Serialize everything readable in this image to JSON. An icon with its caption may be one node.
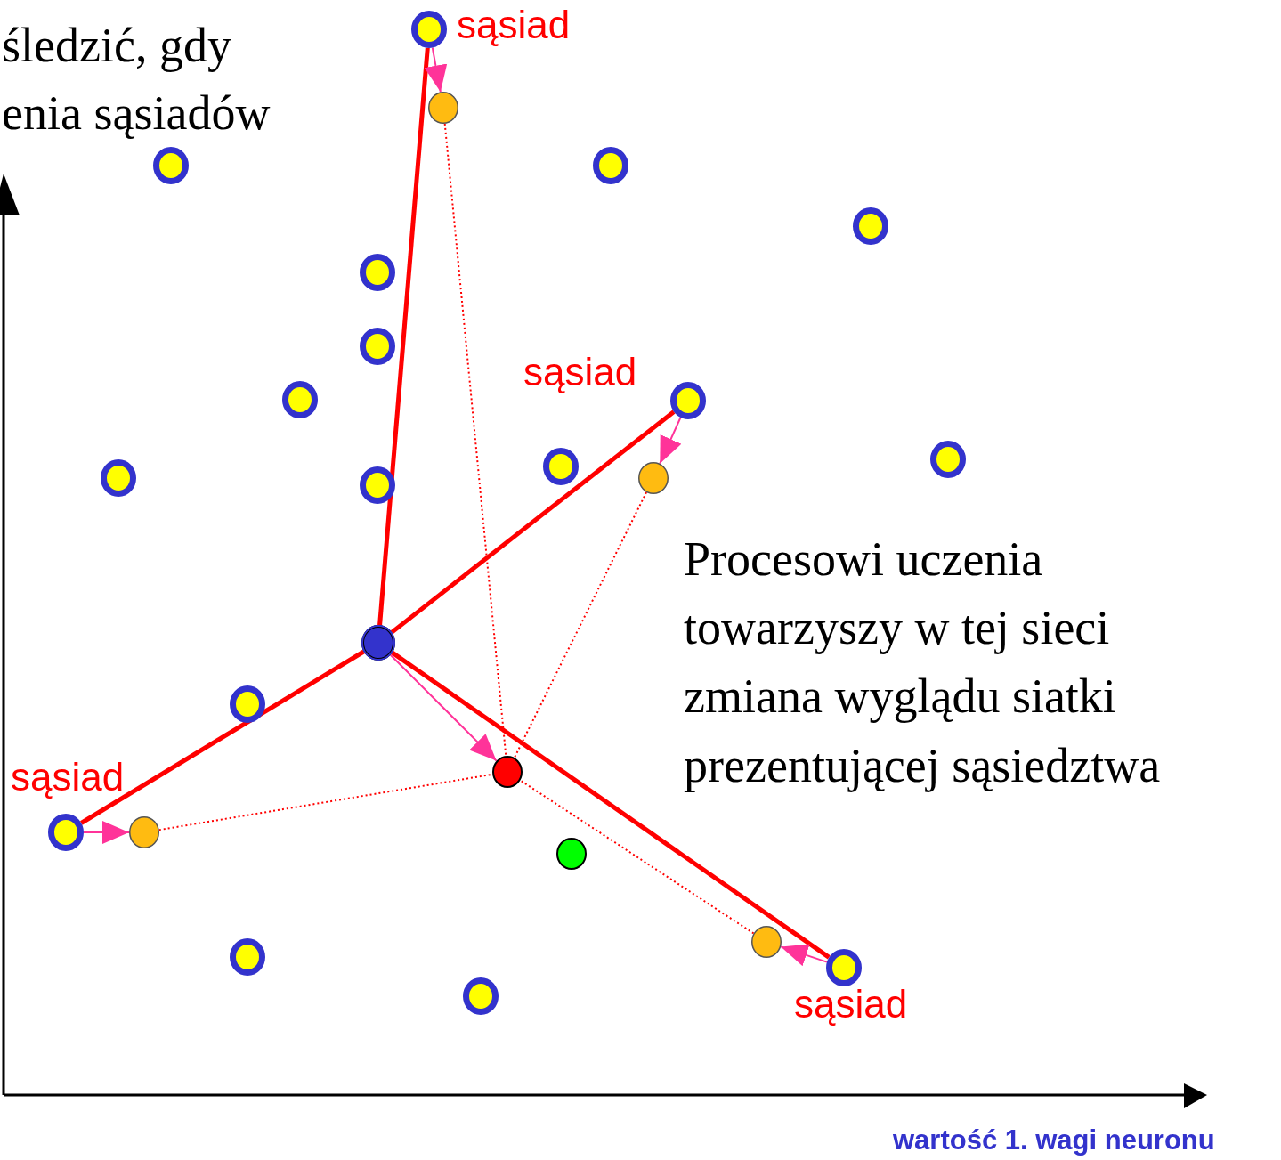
{
  "diagram": {
    "nodes": [
      {
        "text": [],
        "shape": "circle"
      },
      {
        "text": [],
        "shape": "circle"
      },
      {
        "text": [],
        "shape": "circle"
      },
      {
        "text": [],
        "shape": "circle",
        "beside": [
          "sąsiad"
        ]
      },
      {
        "text": [],
        "shape": "circle",
        "beside": [
          "sąsiad"
        ]
      },
      {
        "text": [],
        "shape": "circle",
        "beside": [
          "sąsiad"
        ]
      },
      {
        "text": [],
        "shape": "circle",
        "beside": [
          "sąsiad"
        ]
      },
      {
        "text": [],
        "shape": "circle"
      },
      {
        "text": [],
        "shape": "circle"
      },
      {
        "text": [],
        "shape": "circle"
      },
      {
        "text": [],
        "shape": "circle"
      },
      {
        "text": [],
        "shape": "circle"
      },
      {
        "text": [],
        "shape": "circle"
      },
      {
        "text": [],
        "shape": "circle"
      },
      {
        "text": [],
        "shape": "circle"
      },
      {
        "text": [],
        "shape": "circle"
      },
      {
        "text": [],
        "shape": "circle"
      },
      {
        "text": [],
        "shape": "circle"
      },
      {
        "text": [],
        "shape": "circle"
      },
      {
        "text": [],
        "shape": "circle"
      },
      {
        "text": [],
        "shape": "circle"
      },
      {
        "text": [],
        "shape": "circle"
      },
      {
        "text": [],
        "shape": "circle"
      },
      {
        "text": [],
        "shape": "circle"
      }
    ],
    "edges": [
      {
        "from": 0,
        "to": 3,
        "arrow": "none",
        "style": "thick"
      },
      {
        "from": 0,
        "to": 4,
        "arrow": "none",
        "style": "thick"
      },
      {
        "from": 0,
        "to": 5,
        "arrow": "none",
        "style": "thick"
      },
      {
        "from": 0,
        "to": 6,
        "arrow": "none",
        "style": "thick"
      },
      {
        "from": 0,
        "to": 1,
        "arrow": "to",
        "color": "#ff3399"
      },
      {
        "from": 3,
        "to": 7,
        "arrow": "to",
        "color": "#ff3399"
      },
      {
        "from": 4,
        "to": 8,
        "arrow": "to",
        "color": "#ff3399"
      },
      {
        "from": 5,
        "to": 9,
        "arrow": "to",
        "color": "#ff3399"
      },
      {
        "from": 6,
        "to": 10,
        "arrow": "to",
        "color": "#ff3399"
      },
      {
        "from": 7,
        "to": 1,
        "arrow": "none",
        "style": "dashed"
      },
      {
        "from": 8,
        "to": 1,
        "arrow": "none",
        "style": "dashed"
      },
      {
        "from": 9,
        "to": 1,
        "arrow": "none",
        "style": "dashed"
      },
      {
        "from": 10,
        "to": 1,
        "arrow": "none",
        "style": "dashed"
      }
    ],
    "labels": [
      "śledzić, gdy enia sąsiadów",
      "Procesowi uczenia towarzyszy w tej sieci zmiana wyglądu siatki prezentującej sąsiedztwa",
      "wartość 1. wagi neuronu"
    ]
  }
}
